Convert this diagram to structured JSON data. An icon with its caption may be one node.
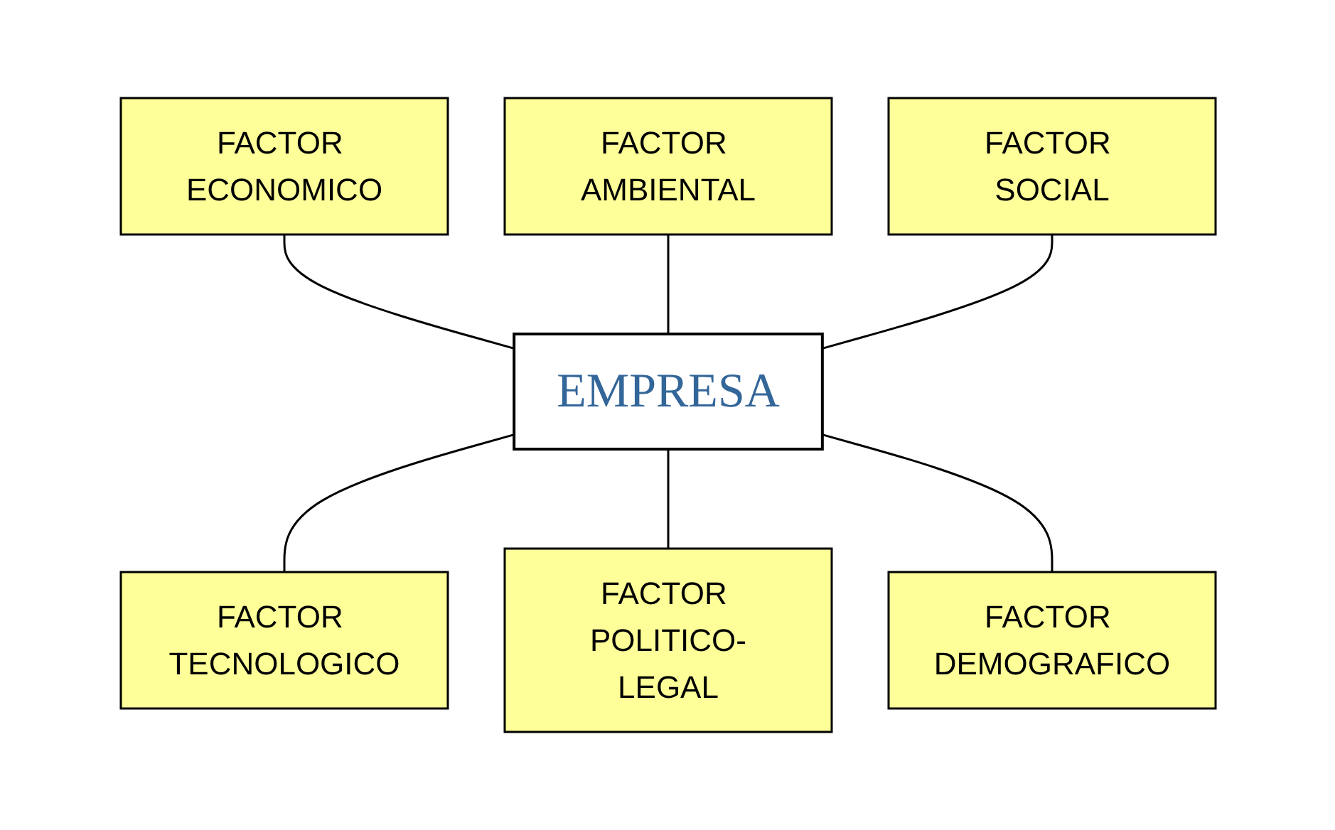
{
  "diagram": {
    "nodes": [
      {
        "text": [
          "EMPRESA"
        ]
      },
      {
        "text": [
          "FACTOR ECONOMICO"
        ]
      },
      {
        "text": [
          "FACTOR AMBIENTAL"
        ]
      },
      {
        "text": [
          "FACTOR SOCIAL"
        ]
      },
      {
        "text": [
          "FACTOR TECNOLOGICO"
        ]
      },
      {
        "text": [
          "FACTOR POLITICO-LEGAL"
        ]
      },
      {
        "text": [
          "FACTOR DEMOGRAFICO"
        ]
      }
    ],
    "edges": [
      {
        "from": 1,
        "to": 0,
        "arrow": "none"
      },
      {
        "from": 2,
        "to": 0,
        "arrow": "none"
      },
      {
        "from": 3,
        "to": 0,
        "arrow": "none"
      },
      {
        "from": 0,
        "to": 4,
        "arrow": "none"
      },
      {
        "from": 0,
        "to": 5,
        "arrow": "none"
      },
      {
        "from": 0,
        "to": 6,
        "arrow": "none"
      }
    ]
  }
}
